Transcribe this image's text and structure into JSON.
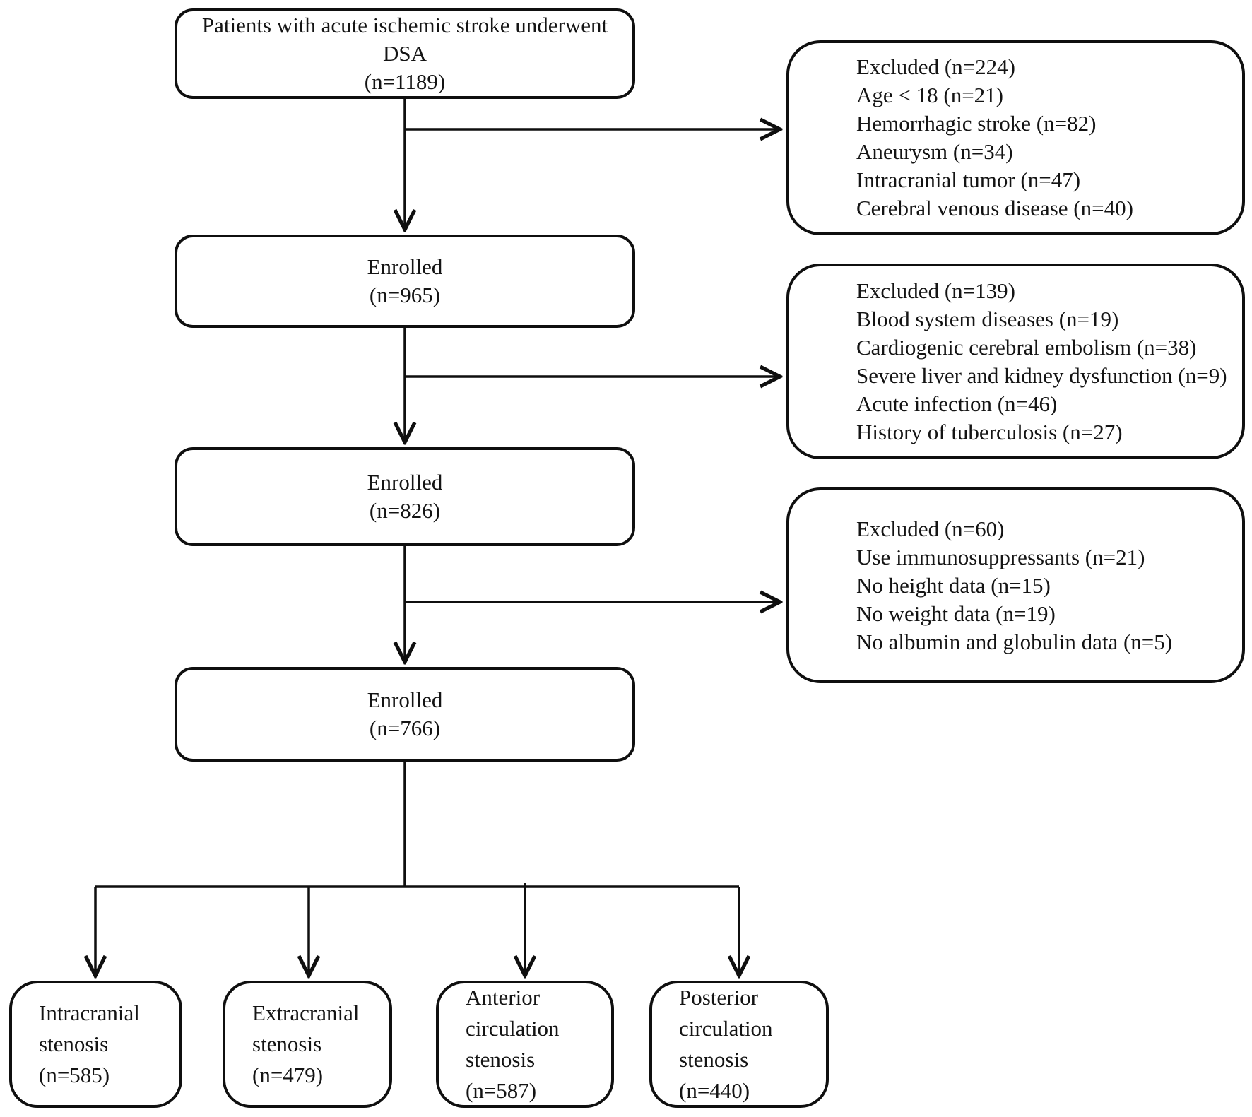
{
  "figure": {
    "background_color": "#ffffff",
    "line_color": "#0f0f0f",
    "text_color": "#141414"
  },
  "flow": {
    "main": [
      {
        "id": "dsa",
        "lines": [
          "Patients with acute ischemic stroke underwent",
          "DSA",
          "(n=1189)"
        ]
      },
      {
        "id": "enrolled-965",
        "lines": [
          "Enrolled",
          "(n=965)"
        ]
      },
      {
        "id": "enrolled-826",
        "lines": [
          "Enrolled",
          "(n=826)"
        ]
      },
      {
        "id": "enrolled-766",
        "lines": [
          "Enrolled",
          "(n=766)"
        ]
      }
    ],
    "exclusions": [
      {
        "id": "excluded-224",
        "lines": [
          "Excluded (n=224)",
          "Age < 18 (n=21)",
          "Hemorrhagic stroke (n=82)",
          "Aneurysm (n=34)",
          "Intracranial tumor (n=47)",
          "Cerebral venous disease (n=40)"
        ]
      },
      {
        "id": "excluded-139",
        "lines": [
          "Excluded (n=139)",
          "Blood system diseases (n=19)",
          "Cardiogenic cerebral embolism (n=38)",
          "Severe liver and kidney dysfunction (n=9)",
          "Acute infection (n=46)",
          "History of tuberculosis (n=27)"
        ]
      },
      {
        "id": "excluded-60",
        "lines": [
          "Excluded (n=60)",
          "Use immunosuppressants (n=21)",
          "No height data (n=15)",
          "No weight data (n=19)",
          "No albumin and globulin data (n=5)"
        ]
      }
    ],
    "outcomes": [
      {
        "id": "intracranial-stenosis",
        "lines": [
          "Intracranial",
          "stenosis",
          "(n=585)"
        ]
      },
      {
        "id": "extracranial-stenosis",
        "lines": [
          "Extracranial",
          "stenosis",
          "(n=479)"
        ]
      },
      {
        "id": "anterior-circulation-stenosis",
        "lines": [
          "Anterior",
          "circulation",
          "stenosis",
          "(n=587)"
        ]
      },
      {
        "id": "posterior-circulation-stenosis",
        "lines": [
          "Posterior",
          "circulation",
          "stenosis",
          "(n=440)"
        ]
      }
    ]
  }
}
